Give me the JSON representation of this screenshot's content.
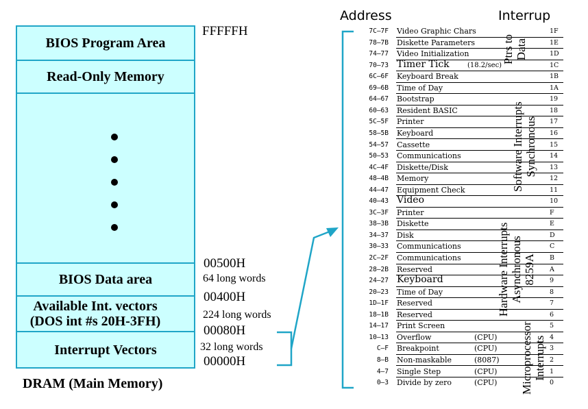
{
  "memory_map": {
    "rows": [
      {
        "label": "BIOS Program Area"
      },
      {
        "label": "Read-Only Memory"
      },
      {
        "label": ""
      },
      {
        "label": "BIOS Data area"
      },
      {
        "label": "Available Int. vectors (DOS int #s 20H-3FH)"
      },
      {
        "label": "Interrupt Vectors"
      }
    ],
    "addresses": [
      "FFFFFH",
      "00500H",
      "00400H",
      "00080H",
      "00000H"
    ],
    "sizes": [
      "64 long words",
      "224 long words",
      "32 long words"
    ],
    "caption": "DRAM (Main Memory)"
  },
  "vector_table": {
    "header_address": "Address",
    "header_interrupt": "Interrup",
    "rows": [
      {
        "addr": "7C–7F",
        "name": "Video Graphic Chars",
        "extra": "",
        "vec": "1F"
      },
      {
        "addr": "78–7B",
        "name": "Diskette Parameters",
        "extra": "",
        "vec": "1E"
      },
      {
        "addr": "74–77",
        "name": "Video Initialization",
        "extra": "",
        "vec": "1D"
      },
      {
        "addr": "70–73",
        "name": "Timer Tick",
        "extra": "(18.2/sec)",
        "vec": "1C"
      },
      {
        "addr": "6C–6F",
        "name": "Keyboard Break",
        "extra": "",
        "vec": "1B"
      },
      {
        "addr": "69–6B",
        "name": "Time of Day",
        "extra": "",
        "vec": "1A"
      },
      {
        "addr": "64–67",
        "name": "Bootstrap",
        "extra": "",
        "vec": "19"
      },
      {
        "addr": "60–63",
        "name": "Resident BASIC",
        "extra": "",
        "vec": "18"
      },
      {
        "addr": "5C–5F",
        "name": "Printer",
        "extra": "",
        "vec": "17"
      },
      {
        "addr": "58–5B",
        "name": "Keyboard",
        "extra": "",
        "vec": "16"
      },
      {
        "addr": "54–57",
        "name": "Cassette",
        "extra": "",
        "vec": "15"
      },
      {
        "addr": "50–53",
        "name": "Communications",
        "extra": "",
        "vec": "14"
      },
      {
        "addr": "4C–4F",
        "name": "Diskette/Disk",
        "extra": "",
        "vec": "13"
      },
      {
        "addr": "48–4B",
        "name": "Memory",
        "extra": "",
        "vec": "12"
      },
      {
        "addr": "44–47",
        "name": "Equipment Check",
        "extra": "",
        "vec": "11"
      },
      {
        "addr": "40–43",
        "name": "Video",
        "extra": "",
        "vec": "10"
      },
      {
        "addr": "3C–3F",
        "name": "Printer",
        "extra": "",
        "vec": "F"
      },
      {
        "addr": "38–3B",
        "name": "Diskette",
        "extra": "",
        "vec": "E"
      },
      {
        "addr": "34–37",
        "name": "Disk",
        "extra": "",
        "vec": "D"
      },
      {
        "addr": "30–33",
        "name": "Communications",
        "extra": "",
        "vec": "C"
      },
      {
        "addr": "2C–2F",
        "name": "Communications",
        "extra": "",
        "vec": "B"
      },
      {
        "addr": "28–2B",
        "name": "Reserved",
        "extra": "",
        "vec": "A"
      },
      {
        "addr": "24–27",
        "name": "Keyboard",
        "extra": "",
        "vec": "9"
      },
      {
        "addr": "20–23",
        "name": "Time of Day",
        "extra": "",
        "vec": "8"
      },
      {
        "addr": "1D–1F",
        "name": "Reserved",
        "extra": "",
        "vec": "7"
      },
      {
        "addr": "18–1B",
        "name": "Reserved",
        "extra": "",
        "vec": "6"
      },
      {
        "addr": "14–17",
        "name": "Print Screen",
        "extra": "",
        "vec": "5"
      },
      {
        "addr": "10–13",
        "name": "Overflow",
        "extra": "(CPU)",
        "vec": "4"
      },
      {
        "addr": "C–F",
        "name": "Breakpoint",
        "extra": "(CPU)",
        "vec": "3"
      },
      {
        "addr": "8–B",
        "name": "Non-maskable",
        "extra": "(8087)",
        "vec": "2"
      },
      {
        "addr": "4–7",
        "name": "Single Step",
        "extra": "(CPU)",
        "vec": "1"
      },
      {
        "addr": "0–3",
        "name": "Divide by zero",
        "extra": "(CPU)",
        "vec": "0"
      }
    ],
    "group_labels": {
      "ptrs_line1": "Ptrs to",
      "ptrs_line2": "Data",
      "sw_line1": "Software Interrupts",
      "sw_line2": "Synchronous",
      "hw_line1": "Hardware Interrupts",
      "hw_line2": "Asynchronous",
      "hw_line3": "8259A",
      "mp_line1": "Microprocessor",
      "mp_line2": "Interrupts"
    }
  },
  "colors": {
    "fill": "#ccffff",
    "border": "#1fa5c7",
    "arrow": "#1fa5c7"
  }
}
